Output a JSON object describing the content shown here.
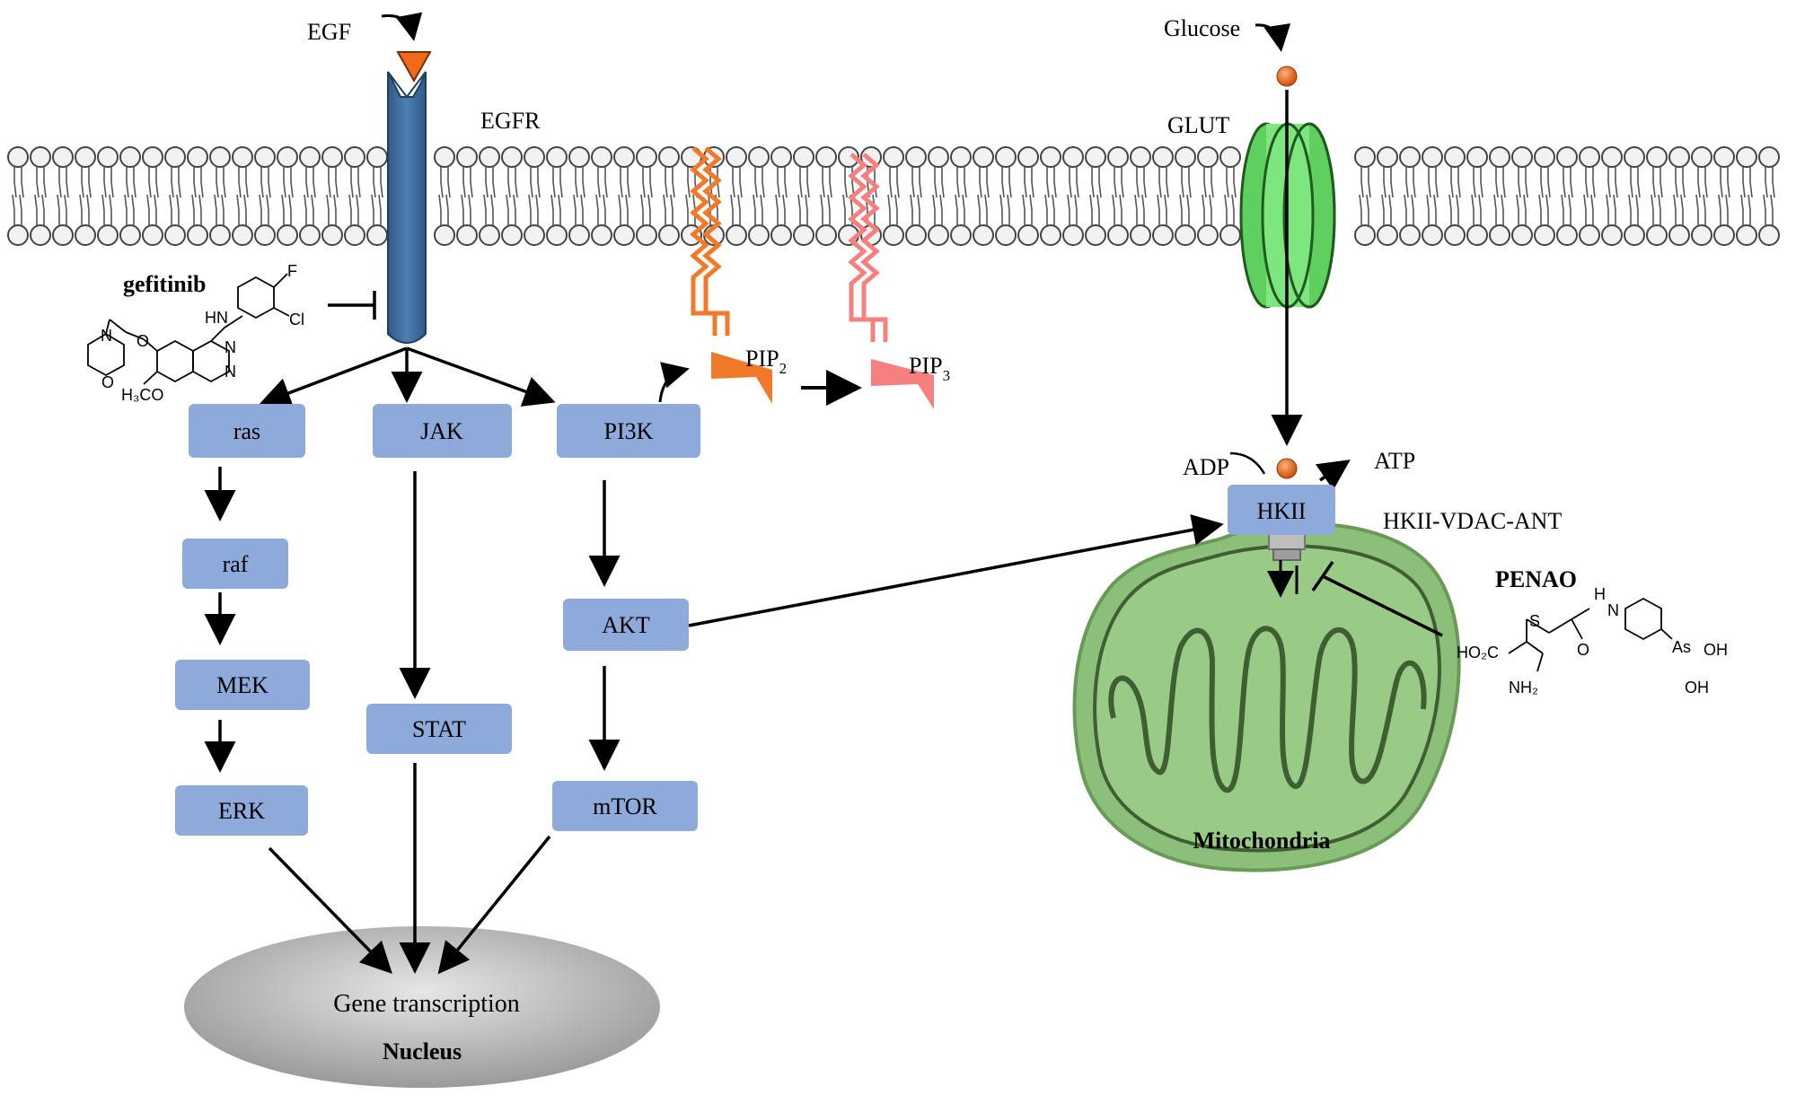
{
  "labels": {
    "egf": "EGF",
    "egfr": "EGFR",
    "glucose": "Glucose",
    "glut": "GLUT",
    "gefitinib": "gefitinib",
    "pip2": "PIP",
    "pip2_sub": "2",
    "pip3": "PIP",
    "pip3_sub": "3",
    "adp": "ADP",
    "atp": "ATP",
    "complex": "HKII-VDAC-ANT",
    "penao": "PENAO",
    "mitochondria": "Mitochondria",
    "gene_transcription": "Gene transcription",
    "nucleus": "Nucleus"
  },
  "nodes": {
    "ras": "ras",
    "jak": "JAK",
    "pi3k": "PI3K",
    "raf": "raf",
    "mek": "MEK",
    "erk": "ERK",
    "stat": "STAT",
    "akt": "AKT",
    "mtor": "mTOR",
    "hkii": "HKII"
  },
  "chem": {
    "gefitinib_f": "F",
    "gefitinib_cl": "Cl",
    "gefitinib_hn": "HN",
    "gefitinib_n1": "N",
    "gefitinib_n2": "N",
    "gefitinib_n3": "N",
    "gefitinib_o1": "O",
    "gefitinib_o2": "O",
    "gefitinib_h3co": "H₃CO",
    "penao_h": "H",
    "penao_n": "N",
    "penao_s": "S",
    "penao_o": "O",
    "penao_ho2c": "HO₂C",
    "penao_nh2": "NH₂",
    "penao_as": "As",
    "penao_oh1": "OH",
    "penao_oh2": "OH"
  },
  "colors": {
    "node_fill": "#8eaadb",
    "egfr": "#3f6e9e",
    "egf": "#f06a1a",
    "glut": "#6fe06f",
    "pip2": "#f07a2a",
    "pip3": "#f58080",
    "mito": "#7fb26a",
    "phosphate": "#e8702a"
  }
}
